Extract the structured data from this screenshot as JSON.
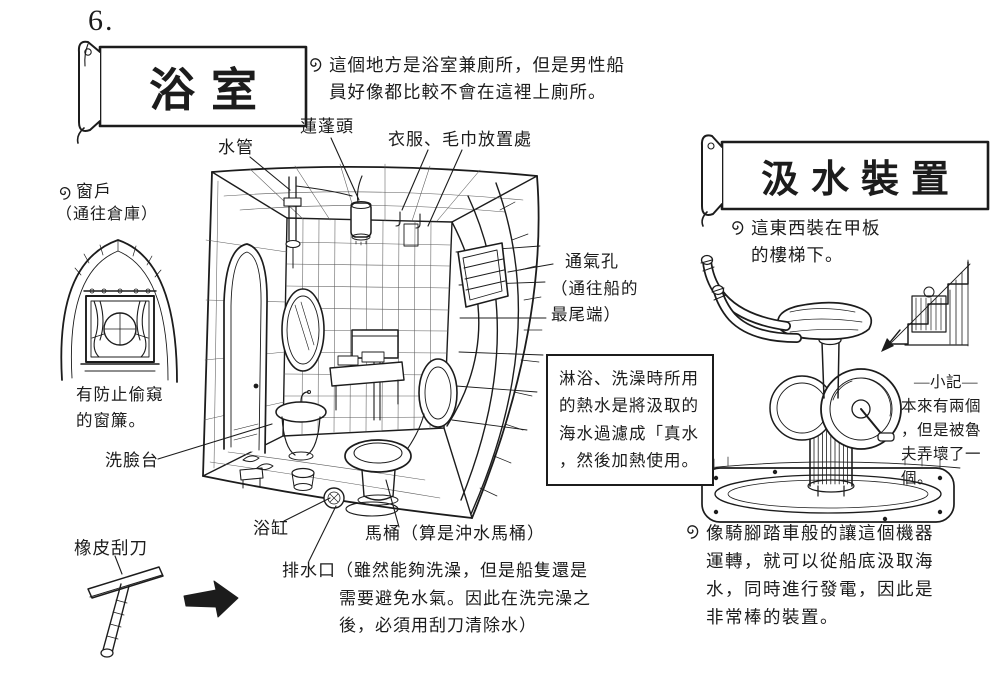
{
  "page": {
    "number": "6.",
    "ink_color": "#1c1c1c",
    "background": "#ffffff"
  },
  "icons": {
    "annotation_marker": "spiral-icon",
    "direction_arrow": "thick-right-arrow-icon"
  },
  "bathroom": {
    "title": "浴室",
    "intro_note": "這個地方是浴室兼廁所，但是男性船員好像都比較不會在這裡上廁所。",
    "labels": {
      "water_pipe": "水管",
      "shower_head": "蓮蓬頭",
      "clothes_towel_rack": "衣服、毛巾放置處",
      "window": "窗戶",
      "window_sub": "（通往倉庫）",
      "curtain_note": "有防止偷窺的窗簾。",
      "vent": "通氣孔",
      "vent_sub": "（通往船的最尾端）",
      "washbasin": "洗臉台",
      "bathtub": "浴缸",
      "toilet": "馬桶（算是沖水馬桶）",
      "drain": "排水口（雖然能夠洗澡，但是船隻還是需要避免水氣。因此在洗完澡之後，必須用刮刀清除水）",
      "squeegee": "橡皮刮刀"
    },
    "hot_water_note": "淋浴、洗澡時所用的熱水是將汲取的海水過濾成「真水，然後加熱使用。"
  },
  "pump": {
    "title": "汲水裝置",
    "location_note": "這東西裝在甲板的樓梯下。",
    "side_note_title": "—小記—",
    "side_note_body": "本來有兩個，但是被魯夫弄壞了一個。",
    "description": "像騎腳踏車般的讓這個機器運轉，就可以從船底汲取海水，同時進行發電，因此是非常棒的裝置。"
  }
}
